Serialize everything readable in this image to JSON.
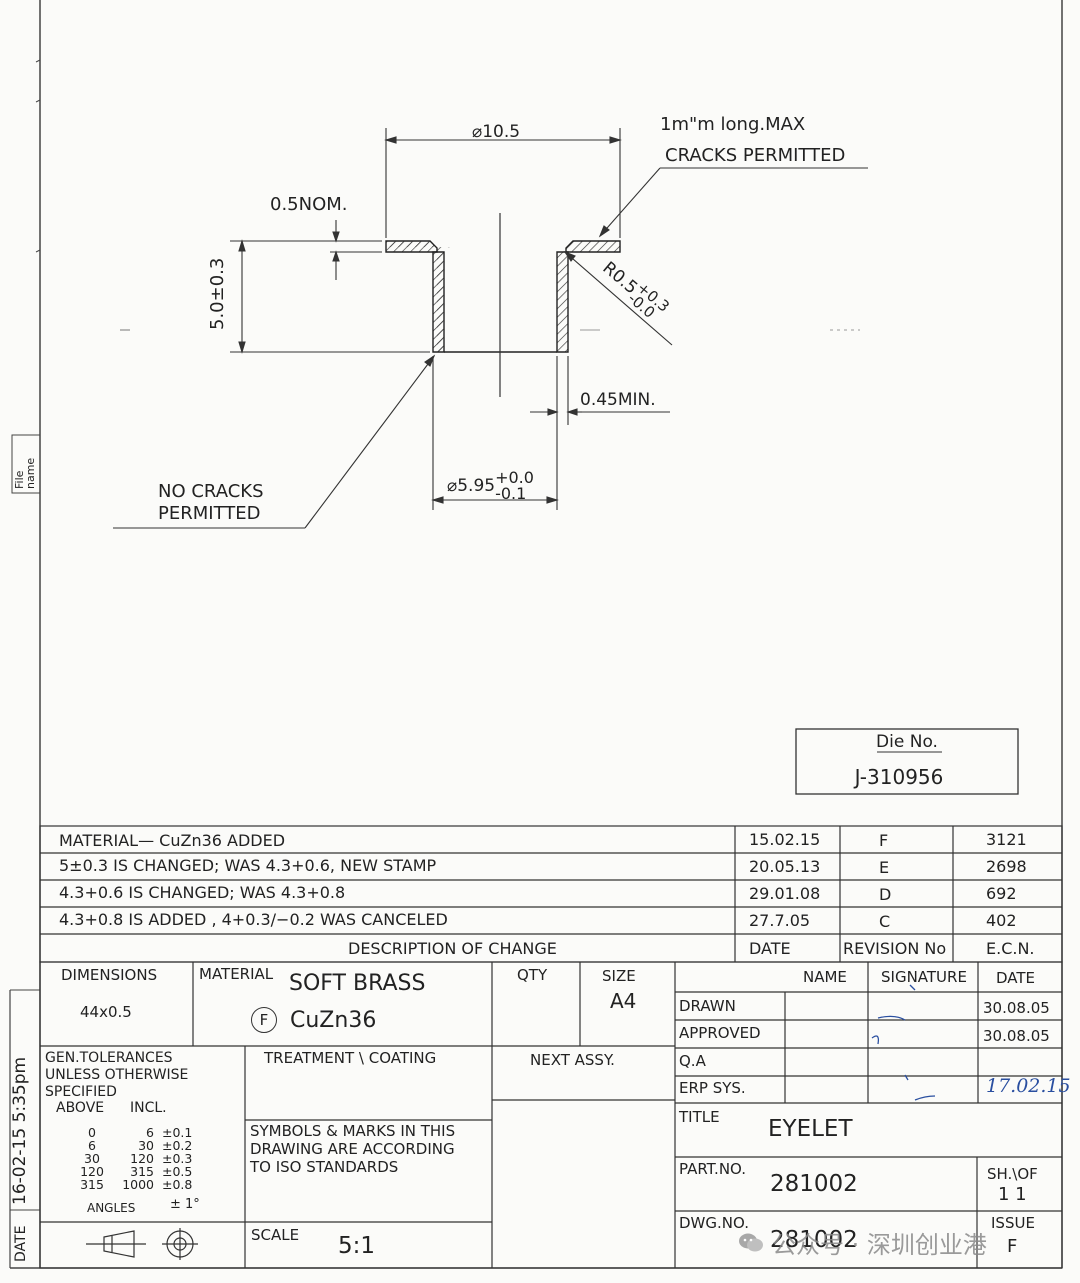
{
  "drawing": {
    "outer_diameter": "⌀10.5",
    "flange_note_line1": "1m\"m long.MAX",
    "flange_note_line2": "CRACKS PERMITTED",
    "thickness": "0.5NOM.",
    "height": "5.0±0.3",
    "radius_main": "R0.5",
    "radius_plus": "+0.3",
    "radius_minus": "-0.0",
    "wall_min": "0.45MIN.",
    "inner_diameter": "⌀5.95",
    "inner_tol_plus": "+0.0",
    "inner_tol_minus": "-0.1",
    "no_cracks_line1": "NO CRACKS",
    "no_cracks_line2": "PERMITTED"
  },
  "side_labels": {
    "file_name": "File name",
    "timestamp": "16-02-15  5:35pm",
    "date": "DATE"
  },
  "die": {
    "label": "Die No.",
    "value": "J-310956"
  },
  "revisions": {
    "rows": [
      {
        "description": "MATERIAL— CuZn36 ADDED",
        "date": "15.02.15",
        "rev": "F",
        "ecn": "3121"
      },
      {
        "description": "5±0.3 IS CHANGED;  WAS 4.3+0.6, NEW STAMP",
        "date": "20.05.13",
        "rev": "E",
        "ecn": "2698"
      },
      {
        "description": "4.3+0.6 IS CHANGED;  WAS 4.3+0.8",
        "date": "29.01.08",
        "rev": "D",
        "ecn": "692"
      },
      {
        "description": "4.3+0.8 IS ADDED , 4+0.3/−0.2 WAS CANCELED",
        "date": "27.7.05",
        "rev": "C",
        "ecn": "402"
      }
    ],
    "header": {
      "description": "DESCRIPTION OF CHANGE",
      "date": "DATE",
      "rev": "REVISION No",
      "ecn": "E.C.N."
    }
  },
  "title_block": {
    "dimensions_label": "DIMENSIONS",
    "dimensions_value": "44x0.5",
    "material_label": "MATERIAL",
    "material_name": "SOFT BRASS",
    "material_mark": "F",
    "material_grade": "CuZn36",
    "qty_label": "QTY",
    "size_label": "SIZE",
    "size_value": "A4",
    "name_label": "NAME",
    "signature_label": "SIGNATURE",
    "date_label": "DATE",
    "drawn_label": "DRAWN",
    "drawn_date": "30.08.05",
    "approved_label": "APPROVED",
    "approved_date": "30.08.05",
    "qa_label": "Q.A",
    "erp_label": "ERP SYS.",
    "erp_date": "17.02.15",
    "tol_line1": "GEN.TOLERANCES",
    "tol_line2": "UNLESS OTHERWISE",
    "tol_line3": "SPECIFIED",
    "tol_above": "ABOVE",
    "tol_incl": "INCL.",
    "tolerances": [
      {
        "above": "0",
        "incl": "6",
        "tol": "±0.1"
      },
      {
        "above": "6",
        "incl": "30",
        "tol": "±0.2"
      },
      {
        "above": "30",
        "incl": "120",
        "tol": "±0.3"
      },
      {
        "above": "120",
        "incl": "315",
        "tol": "±0.5"
      },
      {
        "above": "315",
        "incl": "1000",
        "tol": "±0.8"
      }
    ],
    "angles_label": "ANGLES",
    "angles_value": "± 1°",
    "treatment_label": "TREATMENT \\ COATING",
    "next_assy_label": "NEXT ASSY.",
    "symbols_line1": "SYMBOLS & MARKS IN THIS",
    "symbols_line2": "DRAWING ARE ACCORDING",
    "symbols_line3": "TO ISO STANDARDS",
    "title_label": "TITLE",
    "title_value": "EYELET",
    "part_label": "PART.NO.",
    "part_value": "281002",
    "sheet_label": "SH.\\OF",
    "sheet_value": "1  1",
    "scale_label": "SCALE",
    "scale_value": "5:1",
    "dwg_label": "DWG.NO.",
    "dwg_value": "281002",
    "issue_label": "ISSUE",
    "issue_value": "F"
  },
  "watermark": "公众号 · 深圳创业港"
}
